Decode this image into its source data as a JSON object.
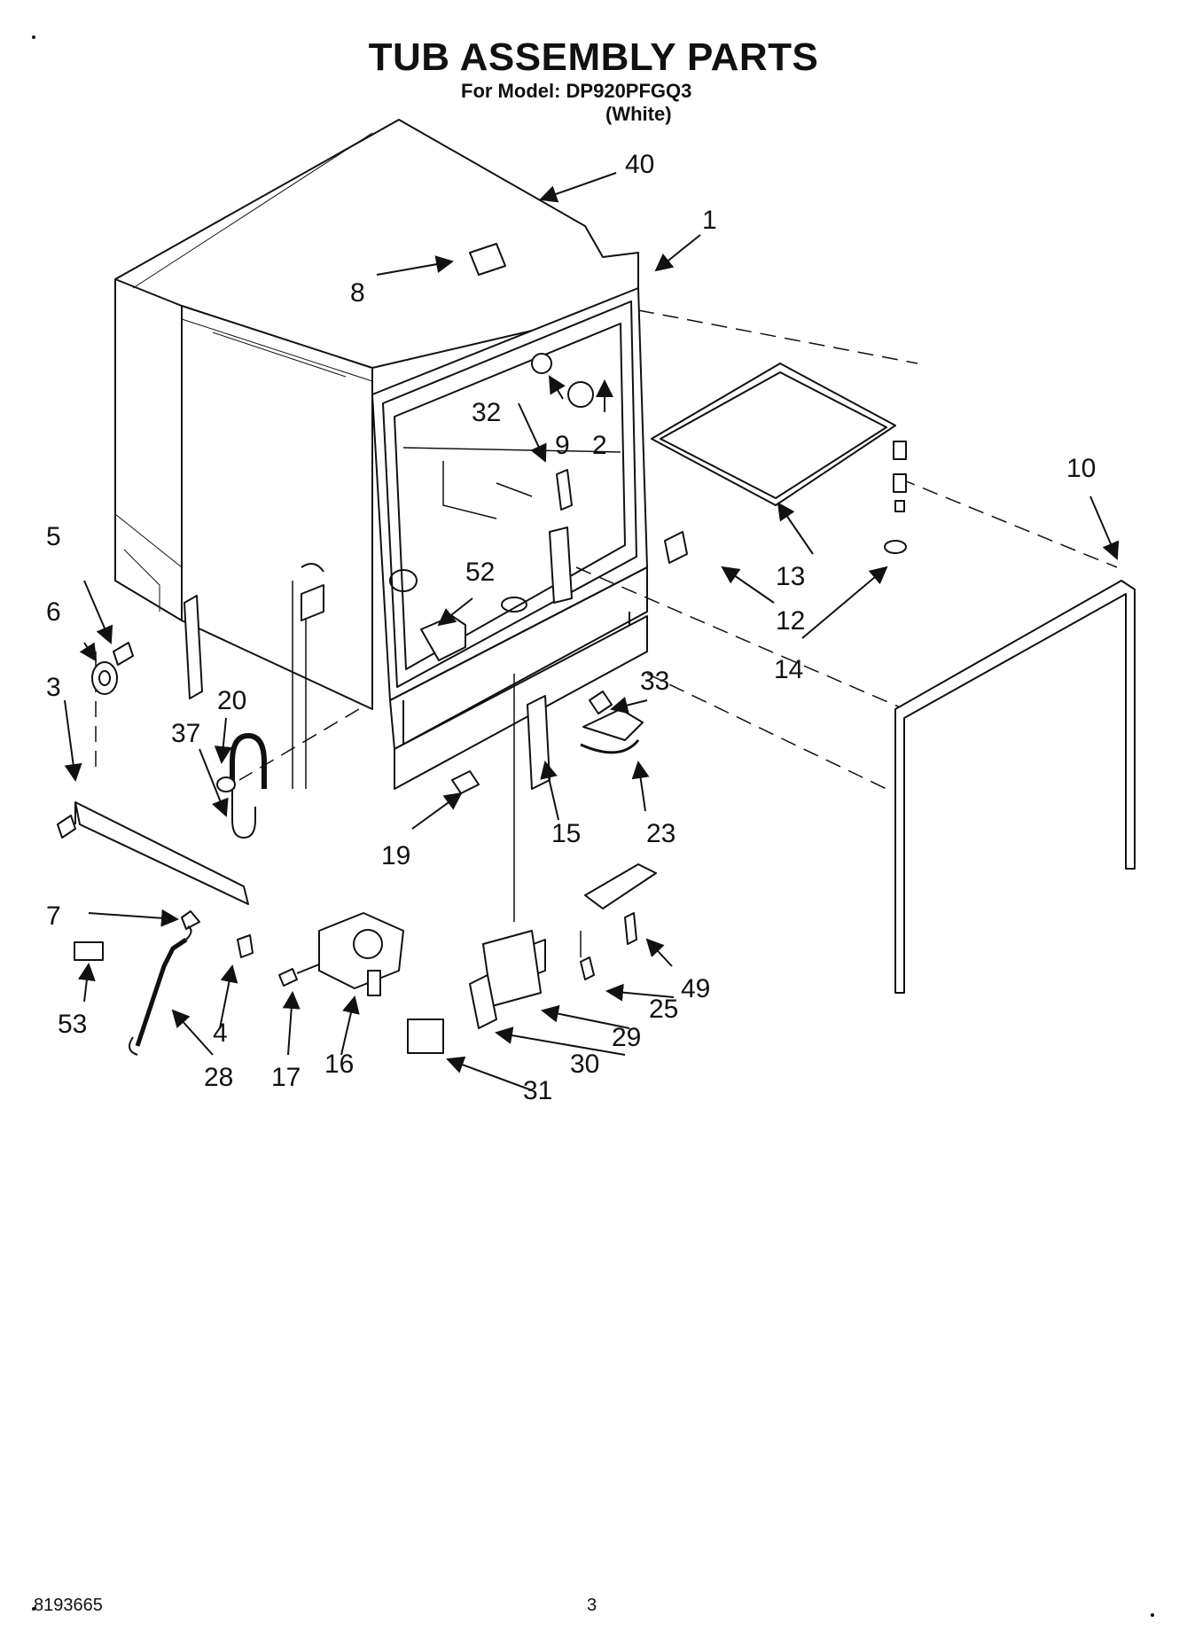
{
  "header": {
    "title": "TUB ASSEMBLY PARTS",
    "model": "For Model: DP920PFGQ3",
    "variant": "(White)"
  },
  "callouts": [
    {
      "id": "p40",
      "label": "40"
    },
    {
      "id": "p1",
      "label": "1"
    },
    {
      "id": "p8",
      "label": "8"
    },
    {
      "id": "p32",
      "label": "32"
    },
    {
      "id": "p9",
      "label": "9"
    },
    {
      "id": "p2",
      "label": "2"
    },
    {
      "id": "p10",
      "label": "10"
    },
    {
      "id": "p5",
      "label": "5"
    },
    {
      "id": "p6",
      "label": "6"
    },
    {
      "id": "p52",
      "label": "52"
    },
    {
      "id": "p13",
      "label": "13"
    },
    {
      "id": "p12",
      "label": "12"
    },
    {
      "id": "p14",
      "label": "14"
    },
    {
      "id": "p3",
      "label": "3"
    },
    {
      "id": "p20",
      "label": "20"
    },
    {
      "id": "p37",
      "label": "37"
    },
    {
      "id": "p33",
      "label": "33"
    },
    {
      "id": "p15",
      "label": "15"
    },
    {
      "id": "p23",
      "label": "23"
    },
    {
      "id": "p19",
      "label": "19"
    },
    {
      "id": "p7",
      "label": "7"
    },
    {
      "id": "p49",
      "label": "49"
    },
    {
      "id": "p25",
      "label": "25"
    },
    {
      "id": "p29",
      "label": "29"
    },
    {
      "id": "p53",
      "label": "53"
    },
    {
      "id": "p4",
      "label": "4"
    },
    {
      "id": "p30",
      "label": "30"
    },
    {
      "id": "p28",
      "label": "28"
    },
    {
      "id": "p17",
      "label": "17"
    },
    {
      "id": "p16",
      "label": "16"
    },
    {
      "id": "p31",
      "label": "31"
    }
  ],
  "footer": {
    "doc_number": "8193665",
    "page_number": "3"
  }
}
